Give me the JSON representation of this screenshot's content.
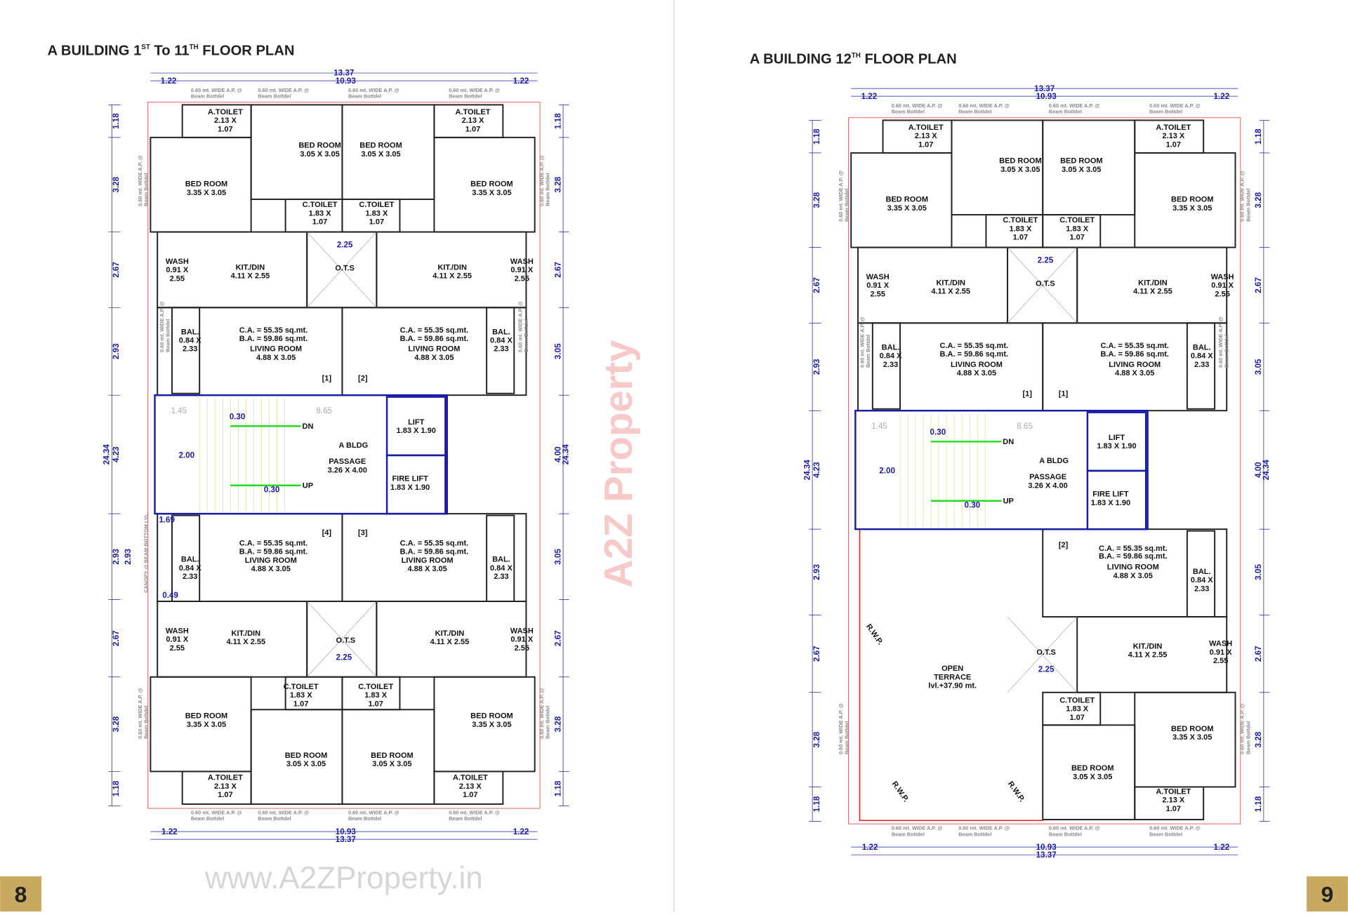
{
  "pages": [
    {
      "number": "8",
      "title_parts": [
        "A BUILDING 1",
        "ST",
        " To 11",
        "TH",
        " FLOOR PLAN"
      ]
    },
    {
      "number": "9",
      "title_parts": [
        "A BUILDING 12",
        "TH",
        " FLOOR PLAN"
      ]
    }
  ],
  "colors": {
    "wall": "#222222",
    "outline_red": "#e0201b",
    "dimension_blue": "#1a1aa8",
    "unit_magenta": "#d01fd0",
    "stair_green": "#22dd22",
    "page_badge": "#c9a860"
  },
  "watermarks": {
    "logo": "A2Z Property",
    "url": "www.A2ZProperty.in"
  },
  "ap_note": [
    "0.60 mt. WIDE A.P. @",
    "Beam Bottdel"
  ],
  "canopy_note": "CANOPY @ BEAM BOTTOM LVL.",
  "plan_left": {
    "dims": {
      "top_total": "13.37",
      "top_inner": "10.93",
      "top_left": "1.22",
      "top_right": "1.22",
      "bottom_total": "13.37",
      "bottom_inner": "10.93",
      "bottom_left": "1.22",
      "bottom_right": "1.22",
      "left": [
        "1.18",
        "3.28",
        "2.67",
        "2.93",
        "4.23",
        "2.93",
        "2.67",
        "3.28",
        "1.18"
      ],
      "left_total": "24.34",
      "left_extra": "2.93",
      "right": [
        "1.18",
        "3.28",
        "2.67",
        "3.05",
        "4.00",
        "3.05",
        "2.67",
        "3.28",
        "1.18"
      ],
      "right_total": "24.34",
      "canopy_1": "1.69",
      "canopy_2": "0.49"
    },
    "labels": {
      "atoilet_tl": {
        "lines": [
          "A.TOILET",
          "2.13 X",
          "1.07"
        ]
      },
      "atoilet_tr": {
        "lines": [
          "A.TOILET",
          "2.13 X",
          "1.07"
        ]
      },
      "bed335_tl": {
        "lines": [
          "BED ROOM",
          "3.35 X 3.05"
        ]
      },
      "bed335_tr": {
        "lines": [
          "BED ROOM",
          "3.35 X 3.05"
        ]
      },
      "bed305_tl": {
        "lines": [
          "BED ROOM",
          "3.05 X 3.05"
        ]
      },
      "bed305_tr": {
        "lines": [
          "BED ROOM",
          "3.05 X 3.05"
        ]
      },
      "ctoilet_tl": {
        "lines": [
          "C.TOILET",
          "1.83 X",
          "1.07"
        ]
      },
      "ctoilet_tr": {
        "lines": [
          "C.TOILET",
          "1.83 X",
          "1.07"
        ]
      },
      "wash_tl": {
        "lines": [
          "WASH",
          "0.91 X",
          "2.55"
        ]
      },
      "wash_tr": {
        "lines": [
          "WASH",
          "0.91 X",
          "2.55"
        ]
      },
      "kit_tl": {
        "lines": [
          "KIT./DIN",
          "4.11 X 2.55"
        ]
      },
      "kit_tr": {
        "lines": [
          "KIT./DIN",
          "4.11 X 2.55"
        ]
      },
      "ots_t": {
        "lines": [
          "O.T.S"
        ]
      },
      "ots_t_w": {
        "lines": [
          "2.25"
        ],
        "kind": "dim"
      },
      "ca_tl": {
        "lines": [
          "C.A. = 55.35 sq.mt."
        ],
        "kind": "red"
      },
      "ba_tl": {
        "lines": [
          "B.A. = 59.86 sq.mt."
        ],
        "kind": "blue"
      },
      "living_tl": {
        "lines": [
          "LIVING ROOM",
          "4.88 X 3.05"
        ]
      },
      "ca_tr": {
        "lines": [
          "C.A. = 55.35 sq.mt."
        ],
        "kind": "red"
      },
      "ba_tr": {
        "lines": [
          "B.A. = 59.86 sq.mt."
        ],
        "kind": "blue"
      },
      "living_tr": {
        "lines": [
          "LIVING ROOM",
          "4.88 X 3.05"
        ]
      },
      "bal_tl": {
        "lines": [
          "BAL.",
          "0.84 X",
          "2.33"
        ]
      },
      "bal_tr": {
        "lines": [
          "BAL.",
          "0.84 X",
          "2.33"
        ]
      },
      "unit1": {
        "lines": [
          "[1]"
        ],
        "kind": "mag"
      },
      "unit2": {
        "lines": [
          "[2]"
        ],
        "kind": "mag"
      },
      "bldg": {
        "lines": [
          "A BLDG"
        ],
        "kind": "bigred"
      },
      "passage": {
        "lines": [
          "PASSAGE",
          "3.26 X 4.00"
        ]
      },
      "lift": {
        "lines": [
          "LIFT",
          "1.83 X 1.90"
        ]
      },
      "firelift": {
        "lines": [
          "FIRE LIFT",
          "1.83 X 1.90"
        ],
        "kind": "red"
      },
      "dn": {
        "lines": [
          "DN"
        ]
      },
      "up": {
        "lines": [
          "UP"
        ]
      },
      "tread1": {
        "lines": [
          "0.30"
        ],
        "kind": "dim"
      },
      "tread2": {
        "lines": [
          "0.30"
        ],
        "kind": "dim"
      },
      "stairw": {
        "lines": [
          "2.00"
        ],
        "kind": "dim"
      },
      "g145": {
        "lines": [
          "1.45"
        ],
        "kind": "gray"
      },
      "g865": {
        "lines": [
          "8.65"
        ],
        "kind": "gray"
      },
      "unit4": {
        "lines": [
          "[4]"
        ],
        "kind": "mag"
      },
      "unit3": {
        "lines": [
          "[3]"
        ],
        "kind": "mag"
      },
      "ca_bl": {
        "lines": [
          "C.A. = 55.35 sq.mt."
        ],
        "kind": "red"
      },
      "ba_bl": {
        "lines": [
          "B.A. = 59.86 sq.mt."
        ],
        "kind": "blue"
      },
      "living_bl": {
        "lines": [
          "LIVING ROOM",
          "4.88 X 3.05"
        ]
      },
      "ca_br": {
        "lines": [
          "C.A. = 55.35 sq.mt."
        ],
        "kind": "red"
      },
      "ba_br": {
        "lines": [
          "B.A. = 59.86 sq.mt."
        ],
        "kind": "blue"
      },
      "living_br": {
        "lines": [
          "LIVING ROOM",
          "4.88 X 3.05"
        ]
      },
      "bal_bl": {
        "lines": [
          "BAL.",
          "0.84 X",
          "2.33"
        ]
      },
      "bal_br": {
        "lines": [
          "BAL.",
          "0.84 X",
          "2.33"
        ]
      },
      "kit_bl": {
        "lines": [
          "KIT./DIN",
          "4.11 X 2.55"
        ]
      },
      "kit_br": {
        "lines": [
          "KIT./DIN",
          "4.11 X 2.55"
        ]
      },
      "wash_bl": {
        "lines": [
          "WASH",
          "0.91 X",
          "2.55"
        ]
      },
      "wash_br": {
        "lines": [
          "WASH",
          "0.91 X",
          "2.55"
        ]
      },
      "ots_b": {
        "lines": [
          "O.T.S"
        ]
      },
      "ots_b_w": {
        "lines": [
          "2.25"
        ],
        "kind": "dim"
      },
      "ctoilet_bl": {
        "lines": [
          "C.TOILET",
          "1.83 X",
          "1.07"
        ]
      },
      "ctoilet_br": {
        "lines": [
          "C.TOILET",
          "1.83 X",
          "1.07"
        ]
      },
      "bed335_bl": {
        "lines": [
          "BED ROOM",
          "3.35 X 3.05"
        ]
      },
      "bed335_br": {
        "lines": [
          "BED ROOM",
          "3.35 X 3.05"
        ]
      },
      "bed305_bl": {
        "lines": [
          "BED ROOM",
          "3.05 X 3.05"
        ]
      },
      "bed305_br": {
        "lines": [
          "BED ROOM",
          "3.05 X 3.05"
        ]
      },
      "atoilet_bl": {
        "lines": [
          "A.TOILET",
          "2.13 X",
          "1.07"
        ]
      },
      "atoilet_br": {
        "lines": [
          "A.TOILET",
          "2.13 X",
          "1.07"
        ]
      }
    }
  },
  "plan_right": {
    "dims": {
      "top_total": "13.37",
      "top_inner": "10.93",
      "top_left": "1.22",
      "top_right": "1.22",
      "bottom_total": "13.37",
      "bottom_inner": "10.93",
      "bottom_left": "1.22",
      "bottom_right": "1.22",
      "left": [
        "1.18",
        "3.28",
        "2.67",
        "2.93",
        "4.23",
        "2.93",
        "2.67",
        "3.28",
        "1.18"
      ],
      "left_total": "24.34",
      "right": [
        "1.18",
        "3.28",
        "2.67",
        "3.05",
        "4.00",
        "3.05",
        "2.67",
        "3.28",
        "1.18"
      ],
      "right_total": "24.34"
    },
    "labels": {
      "atoilet_tl": {
        "lines": [
          "A.TOILET",
          "2.13 X",
          "1.07"
        ]
      },
      "atoilet_tr": {
        "lines": [
          "A.TOILET",
          "2.13 X",
          "1.07"
        ]
      },
      "bed335_tl": {
        "lines": [
          "BED ROOM",
          "3.35 X 3.05"
        ]
      },
      "bed335_tr": {
        "lines": [
          "BED ROOM",
          "3.35 X 3.05"
        ]
      },
      "bed305_tl": {
        "lines": [
          "BED ROOM",
          "3.05 X 3.05"
        ]
      },
      "bed305_tr": {
        "lines": [
          "BED ROOM",
          "3.05 X 3.05"
        ]
      },
      "ctoilet_tl": {
        "lines": [
          "C.TOILET",
          "1.83 X",
          "1.07"
        ]
      },
      "ctoilet_tr": {
        "lines": [
          "C.TOILET",
          "1.83 X",
          "1.07"
        ]
      },
      "wash_tl": {
        "lines": [
          "WASH",
          "0.91 X",
          "2.55"
        ]
      },
      "wash_tr": {
        "lines": [
          "WASH",
          "0.91 X",
          "2.55"
        ]
      },
      "kit_tl": {
        "lines": [
          "KIT./DIN",
          "4.11 X 2.55"
        ]
      },
      "kit_tr": {
        "lines": [
          "KIT./DIN",
          "4.11 X 2.55"
        ]
      },
      "ots_t": {
        "lines": [
          "O.T.S"
        ]
      },
      "ots_t_w": {
        "lines": [
          "2.25"
        ],
        "kind": "dim"
      },
      "ca_tl": {
        "lines": [
          "C.A. = 55.35 sq.mt."
        ],
        "kind": "red"
      },
      "ba_tl": {
        "lines": [
          "B.A. = 59.86 sq.mt."
        ],
        "kind": "blue"
      },
      "living_tl": {
        "lines": [
          "LIVING ROOM",
          "4.88 X 3.05"
        ]
      },
      "ca_tr": {
        "lines": [
          "C.A. = 55.35 sq.mt."
        ],
        "kind": "red"
      },
      "ba_tr": {
        "lines": [
          "B.A. = 59.86 sq.mt."
        ],
        "kind": "blue"
      },
      "living_tr": {
        "lines": [
          "LIVING ROOM",
          "4.88 X 3.05"
        ]
      },
      "bal_tl": {
        "lines": [
          "BAL.",
          "0.84 X",
          "2.33"
        ]
      },
      "bal_tr": {
        "lines": [
          "BAL.",
          "0.84 X",
          "2.33"
        ]
      },
      "unit1a": {
        "lines": [
          "[1]"
        ],
        "kind": "mag"
      },
      "unit1b": {
        "lines": [
          "[1]"
        ],
        "kind": "mag"
      },
      "bldg": {
        "lines": [
          "A BLDG"
        ],
        "kind": "bigred"
      },
      "passage": {
        "lines": [
          "PASSAGE",
          "3.26 X 4.00"
        ]
      },
      "lift": {
        "lines": [
          "LIFT",
          "1.83 X 1.90"
        ]
      },
      "firelift": {
        "lines": [
          "FIRE LIFT",
          "1.83 X 1.90"
        ],
        "kind": "red"
      },
      "dn": {
        "lines": [
          "DN"
        ]
      },
      "up": {
        "lines": [
          "UP"
        ]
      },
      "tread1": {
        "lines": [
          "0.30"
        ],
        "kind": "dim"
      },
      "tread2": {
        "lines": [
          "0.30"
        ],
        "kind": "dim"
      },
      "stairw": {
        "lines": [
          "2.00"
        ],
        "kind": "dim"
      },
      "g145": {
        "lines": [
          "1.45"
        ],
        "kind": "gray"
      },
      "g865": {
        "lines": [
          "8.65"
        ],
        "kind": "gray"
      },
      "unit2": {
        "lines": [
          "[2]"
        ],
        "kind": "mag"
      },
      "ca_br": {
        "lines": [
          "C.A. = 55.35 sq.mt."
        ],
        "kind": "red"
      },
      "ba_br": {
        "lines": [
          "B.A. = 59.86 sq.mt."
        ],
        "kind": "blue"
      },
      "living_br": {
        "lines": [
          "LIVING ROOM",
          "4.88 X 3.05"
        ]
      },
      "bal_br": {
        "lines": [
          "BAL.",
          "0.84 X",
          "2.33"
        ]
      },
      "kit_br": {
        "lines": [
          "KIT./DIN",
          "4.11 X 2.55"
        ]
      },
      "wash_br": {
        "lines": [
          "WASH",
          "0.91 X",
          "2.55"
        ]
      },
      "ots_b": {
        "lines": [
          "O.T.S"
        ]
      },
      "ots_b_w": {
        "lines": [
          "2.25"
        ],
        "kind": "dim"
      },
      "terrace": {
        "lines": [
          "OPEN",
          "TERRACE",
          "lvl.+37.90 mt."
        ]
      },
      "ctoilet_b": {
        "lines": [
          "C.TOILET",
          "1.83 X",
          "1.07"
        ]
      },
      "bed335_br": {
        "lines": [
          "BED ROOM",
          "3.35 X 3.05"
        ]
      },
      "bed305_b": {
        "lines": [
          "BED ROOM",
          "3.05 X 3.05"
        ]
      },
      "atoilet_br": {
        "lines": [
          "A.TOILET",
          "2.13 X",
          "1.07"
        ]
      },
      "rwp1": {
        "lines": [
          "R.W.P."
        ],
        "kind": "rwp"
      },
      "rwp2": {
        "lines": [
          "R.W.P."
        ],
        "kind": "rwp"
      },
      "rwp3": {
        "lines": [
          "R.W.P."
        ],
        "kind": "rwp"
      }
    }
  }
}
